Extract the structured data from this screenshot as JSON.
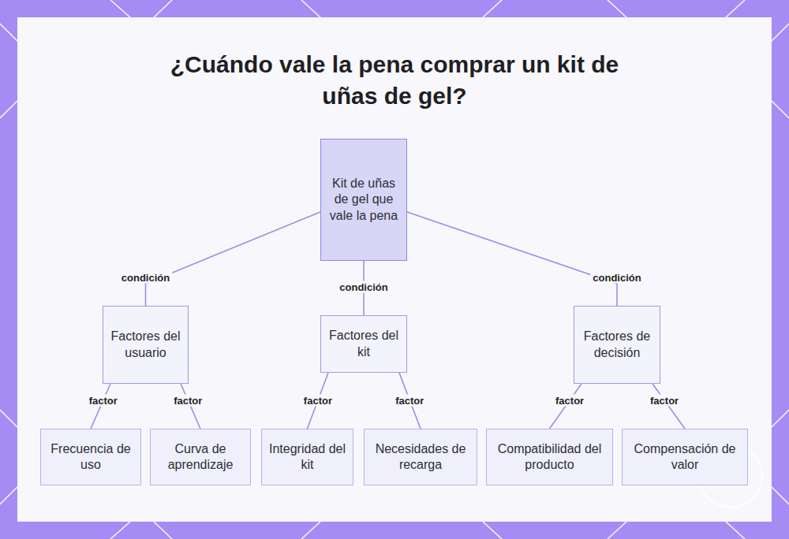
{
  "diagram": {
    "title": "¿Cuándo vale la pena comprar un kit de uñas de gel?",
    "nodes": [
      {
        "text": [
          "Kit de uñas de gel que vale la pena"
        ]
      },
      {
        "text": [
          "Factores del usuario"
        ]
      },
      {
        "text": [
          "Factores del kit"
        ]
      },
      {
        "text": [
          "Factores de decisión"
        ]
      },
      {
        "text": [
          "Frecuencia de uso"
        ]
      },
      {
        "text": [
          "Curva de aprendizaje"
        ]
      },
      {
        "text": [
          "Integridad del kit"
        ]
      },
      {
        "text": [
          "Necesidades de recarga"
        ]
      },
      {
        "text": [
          "Compatibilidad del producto"
        ]
      },
      {
        "text": [
          "Compensación de valor"
        ]
      }
    ],
    "edges": [
      {
        "from": 0,
        "to": 1,
        "label": "condición",
        "arrow": "none"
      },
      {
        "from": 0,
        "to": 2,
        "label": "condición",
        "arrow": "none"
      },
      {
        "from": 0,
        "to": 3,
        "label": "condición",
        "arrow": "none"
      },
      {
        "from": 1,
        "to": 4,
        "label": "factor",
        "arrow": "none"
      },
      {
        "from": 1,
        "to": 5,
        "label": "factor",
        "arrow": "none"
      },
      {
        "from": 2,
        "to": 6,
        "label": "factor",
        "arrow": "none"
      },
      {
        "from": 2,
        "to": 7,
        "label": "factor",
        "arrow": "none"
      },
      {
        "from": 3,
        "to": 8,
        "label": "factor",
        "arrow": "none"
      },
      {
        "from": 3,
        "to": 9,
        "label": "factor",
        "arrow": "none"
      }
    ]
  }
}
